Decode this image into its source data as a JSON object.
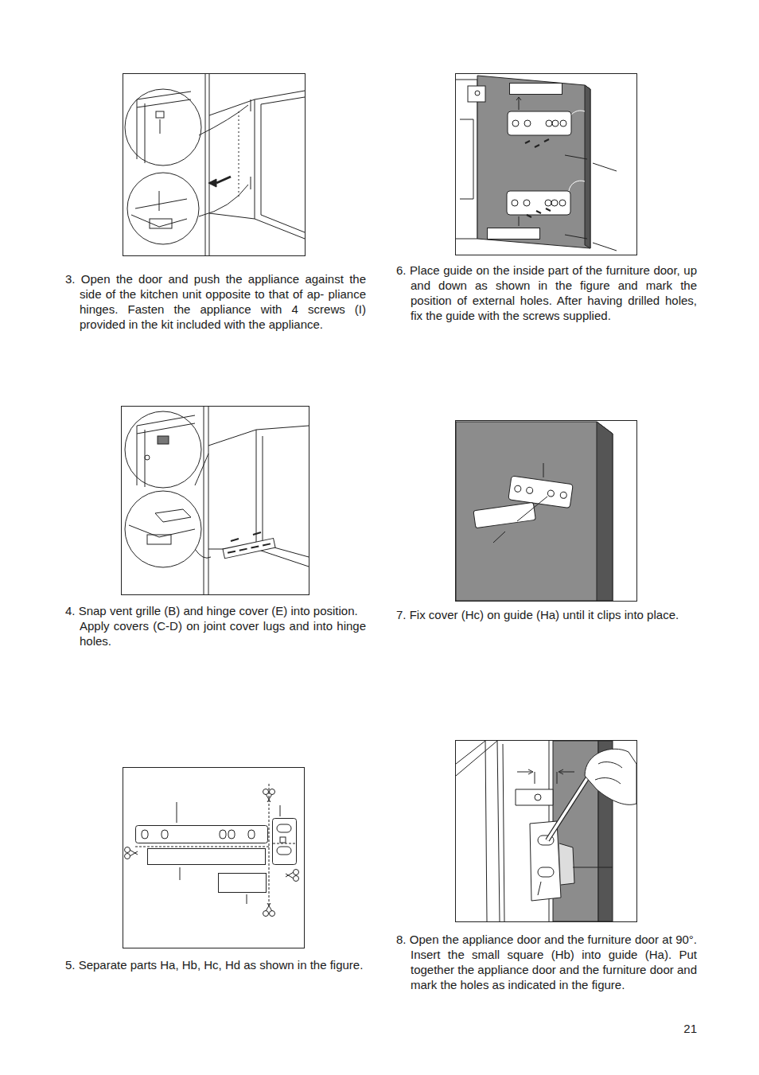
{
  "diagram": {
    "labels": [
      "3. Open the door and push the appliance against the side of the kitchen unit opposite to that of ap- pliance hinges. Fasten the appliance with 4 screws (I) provided in the kit included with the appliance.",
      "6. Place guide on the inside part of the furniture door, up and down as shown in the figure and mark the position of external holes. After having drilled holes, fix the guide with the screws supplied.",
      "4. Snap vent grille (B) and hinge cover (E) into position.",
      "Apply covers (C-D) on joint cover lugs and into hinge holes.",
      "7. Fix cover (Hc) on guide (Ha) until it clips into place.",
      "5. Separate parts Ha, Hb, Hc, Hd as shown in the figure.",
      "8. Open the appliance door and the furniture door at 90°. Insert the small square (Hb) into guide (Ha). Put together the appliance door and the furniture door and mark the holes as indicated in the figure.",
      "21"
    ]
  }
}
